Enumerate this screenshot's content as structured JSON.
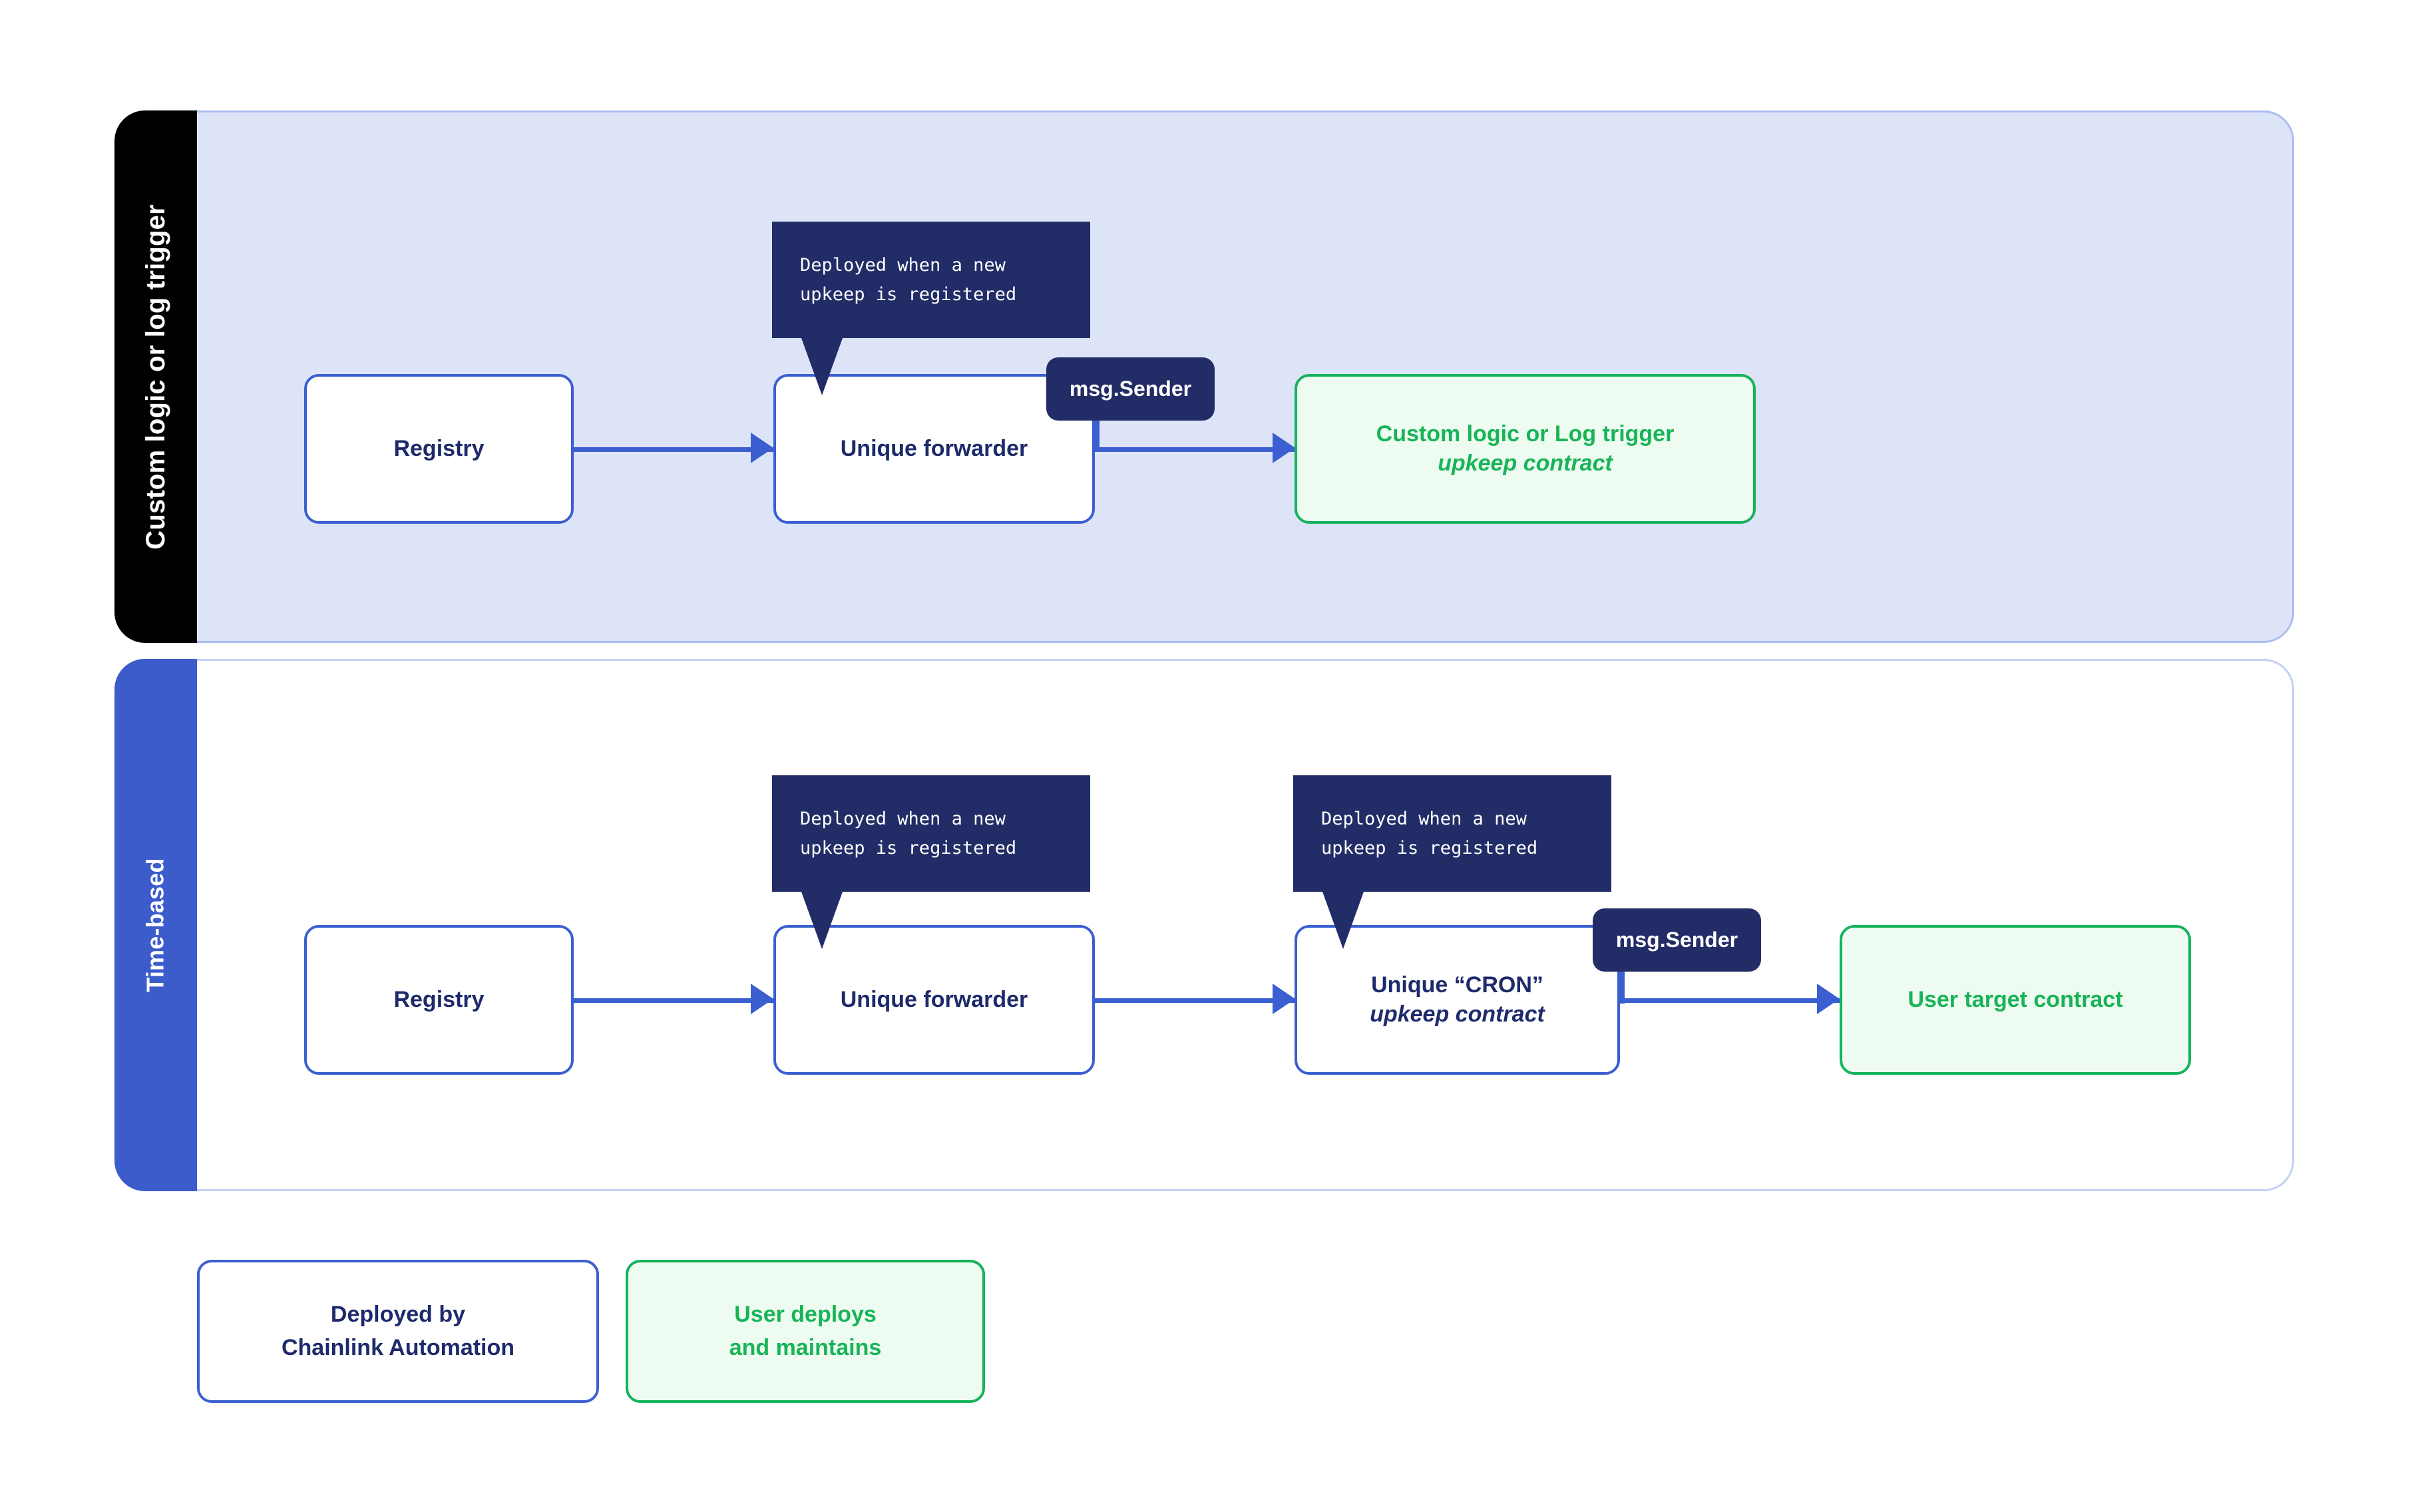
{
  "colors": {
    "panel_fill_top": "#dde4f8",
    "panel_border_top": "#aabdee",
    "panel_border_bottom": "#c3d0f3",
    "sidebar_top": "#000000",
    "sidebar_bottom": "#3c5ccb",
    "node_blue_border": "#3b5fd0",
    "node_blue_text": "#1d2a6b",
    "node_green_border": "#16b25c",
    "node_green_fill": "#edfbf1",
    "node_green_text": "#18b457",
    "callout_bg": "#222c66",
    "arrow": "#3b5fd0"
  },
  "rows": {
    "custom_logic": {
      "sidebar_label": "Custom logic or log trigger",
      "registry": {
        "line1": "Registry"
      },
      "forwarder": {
        "line1": "Unique forwarder"
      },
      "upkeep": {
        "line1": "Custom logic or Log trigger",
        "line2": "upkeep contract"
      },
      "callout": {
        "line1": "Deployed when a new",
        "line2": "upkeep is registered"
      },
      "badge": "msg.Sender"
    },
    "time_based": {
      "sidebar_label": "Time-based",
      "registry": {
        "line1": "Registry"
      },
      "forwarder": {
        "line1": "Unique forwarder"
      },
      "cron": {
        "line1": "Unique “CRON”",
        "line2": "upkeep contract"
      },
      "target": {
        "line1": "User target contract"
      },
      "callout_forwarder": {
        "line1": "Deployed when a new",
        "line2": "upkeep is registered"
      },
      "callout_cron": {
        "line1": "Deployed when a new",
        "line2": "upkeep is registered"
      },
      "badge": "msg.Sender"
    }
  },
  "legend": {
    "deployed_by": {
      "line1": "Deployed by",
      "line2": "Chainlink Automation"
    },
    "user_deploys": {
      "line1": "User deploys",
      "line2": "and maintains"
    }
  }
}
